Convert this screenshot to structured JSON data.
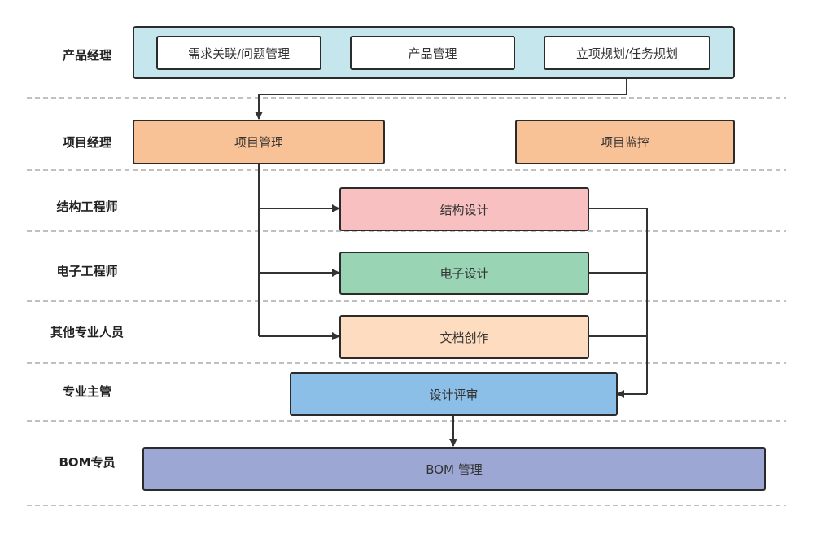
{
  "lanes": [
    {
      "id": "pm",
      "label": "产品经理"
    },
    {
      "id": "proj",
      "label": "项目经理"
    },
    {
      "id": "struct",
      "label": "结构工程师"
    },
    {
      "id": "elec",
      "label": "电子工程师"
    },
    {
      "id": "other",
      "label": "其他专业人员"
    },
    {
      "id": "supervisor",
      "label": "专业主管"
    },
    {
      "id": "bom",
      "label": "BOM专员"
    }
  ],
  "nodes": {
    "demand": "需求关联/问题管理",
    "product": "产品管理",
    "planning": "立项规划/任务规划",
    "project_mgmt": "项目管理",
    "project_monitor": "项目监控",
    "struct_design": "结构设计",
    "elec_design": "电子设计",
    "doc_creation": "文档创作",
    "design_review": "设计评审",
    "bom_mgmt": "BOM 管理"
  },
  "colors": {
    "pm_group": "#c5e6ec",
    "project": "#f9c196",
    "struct": "#f8c0c1",
    "elec": "#99d4b5",
    "doc": "#fddcc0",
    "review": "#8bbfe8",
    "bom": "#9ca7d4",
    "line": "#333333",
    "divider": "#999999"
  }
}
